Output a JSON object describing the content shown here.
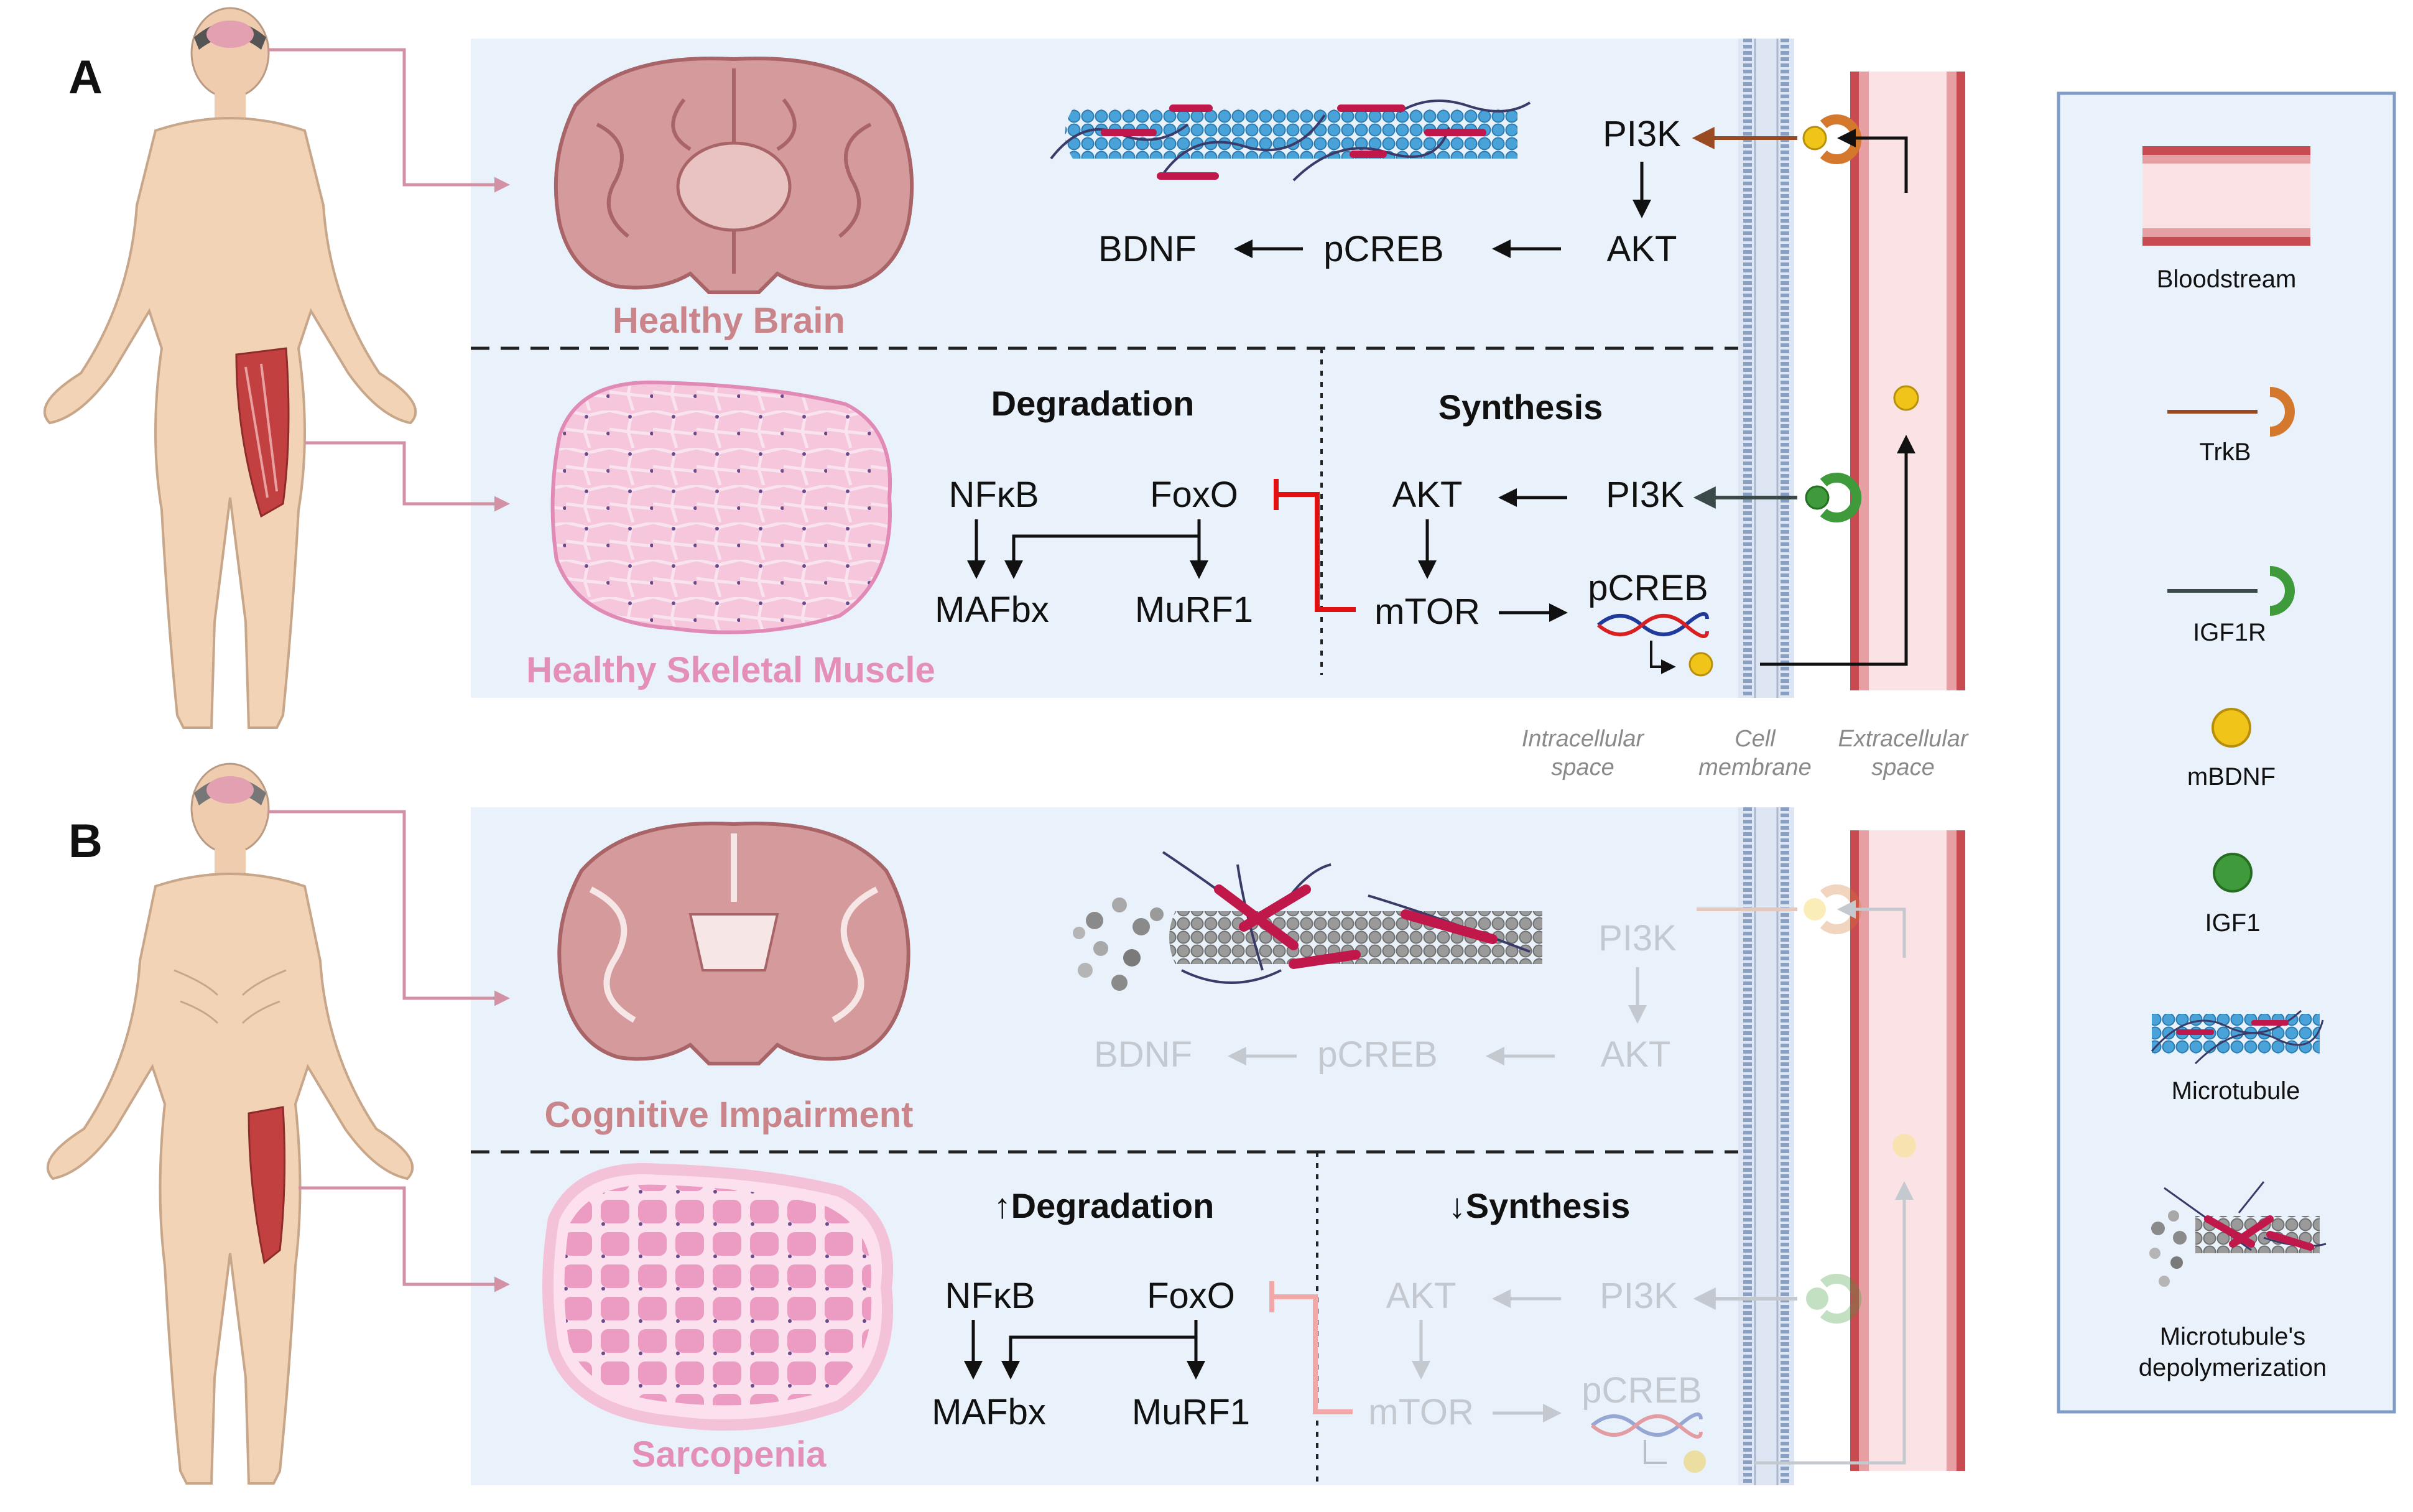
{
  "panel_a": {
    "label": "A",
    "brain_caption": "Healthy Brain",
    "muscle_caption": "Healthy Skeletal Muscle",
    "brain_pathway": {
      "pi3k": "PI3K",
      "akt": "AKT",
      "pcreb": "pCREB",
      "bdnf": "BDNF"
    },
    "degradation_title": "Degradation",
    "synthesis_title": "Synthesis",
    "muscle_pathway": {
      "nfkb": "NFκB",
      "foxo": "FoxO",
      "mafbx": "MAFbx",
      "murf1": "MuRF1",
      "akt": "AKT",
      "pi3k": "PI3K",
      "mtor": "mTOR",
      "pcreb": "pCREB"
    }
  },
  "panel_b": {
    "label": "B",
    "brain_caption": "Cognitive Impairment",
    "muscle_caption": "Sarcopenia",
    "brain_pathway": {
      "pi3k": "PI3K",
      "akt": "AKT",
      "pcreb": "pCREB",
      "bdnf": "BDNF"
    },
    "degradation_title": "↑Degradation",
    "synthesis_title": "↓Synthesis",
    "muscle_pathway": {
      "nfkb": "NFκB",
      "foxo": "FoxO",
      "mafbx": "MAFbx",
      "murf1": "MuRF1",
      "akt": "AKT",
      "pi3k": "PI3K",
      "mtor": "mTOR",
      "pcreb": "pCREB"
    }
  },
  "space_labels": {
    "intracellular_1": "Intracellular",
    "intracellular_2": "space",
    "membrane_1": "Cell",
    "membrane_2": "membrane",
    "extracellular_1": "Extracellular",
    "extracellular_2": "space"
  },
  "legend": {
    "bloodstream": "Bloodstream",
    "trkb": "TrkB",
    "igf1r": "IGF1R",
    "mbdnf": "mBDNF",
    "igf1": "IGF1",
    "microtubule": "Microtubule",
    "depoly_1": "Microtubule's",
    "depoly_2": "depolymerization"
  },
  "colors": {
    "panel_bg": "#e9f1fb",
    "brain_pink": "#c9858a",
    "muscle_pink": "#e48fb7",
    "inhibit_red": "#e01010",
    "bdnf_yellow": "#f0c419",
    "igf1_green": "#3e9a3a",
    "trkb_brown": "#b05a2a",
    "faded_gray": "#c4c8cf",
    "membrane": "#8aa0c2",
    "legend_border": "#7f9cc6"
  }
}
